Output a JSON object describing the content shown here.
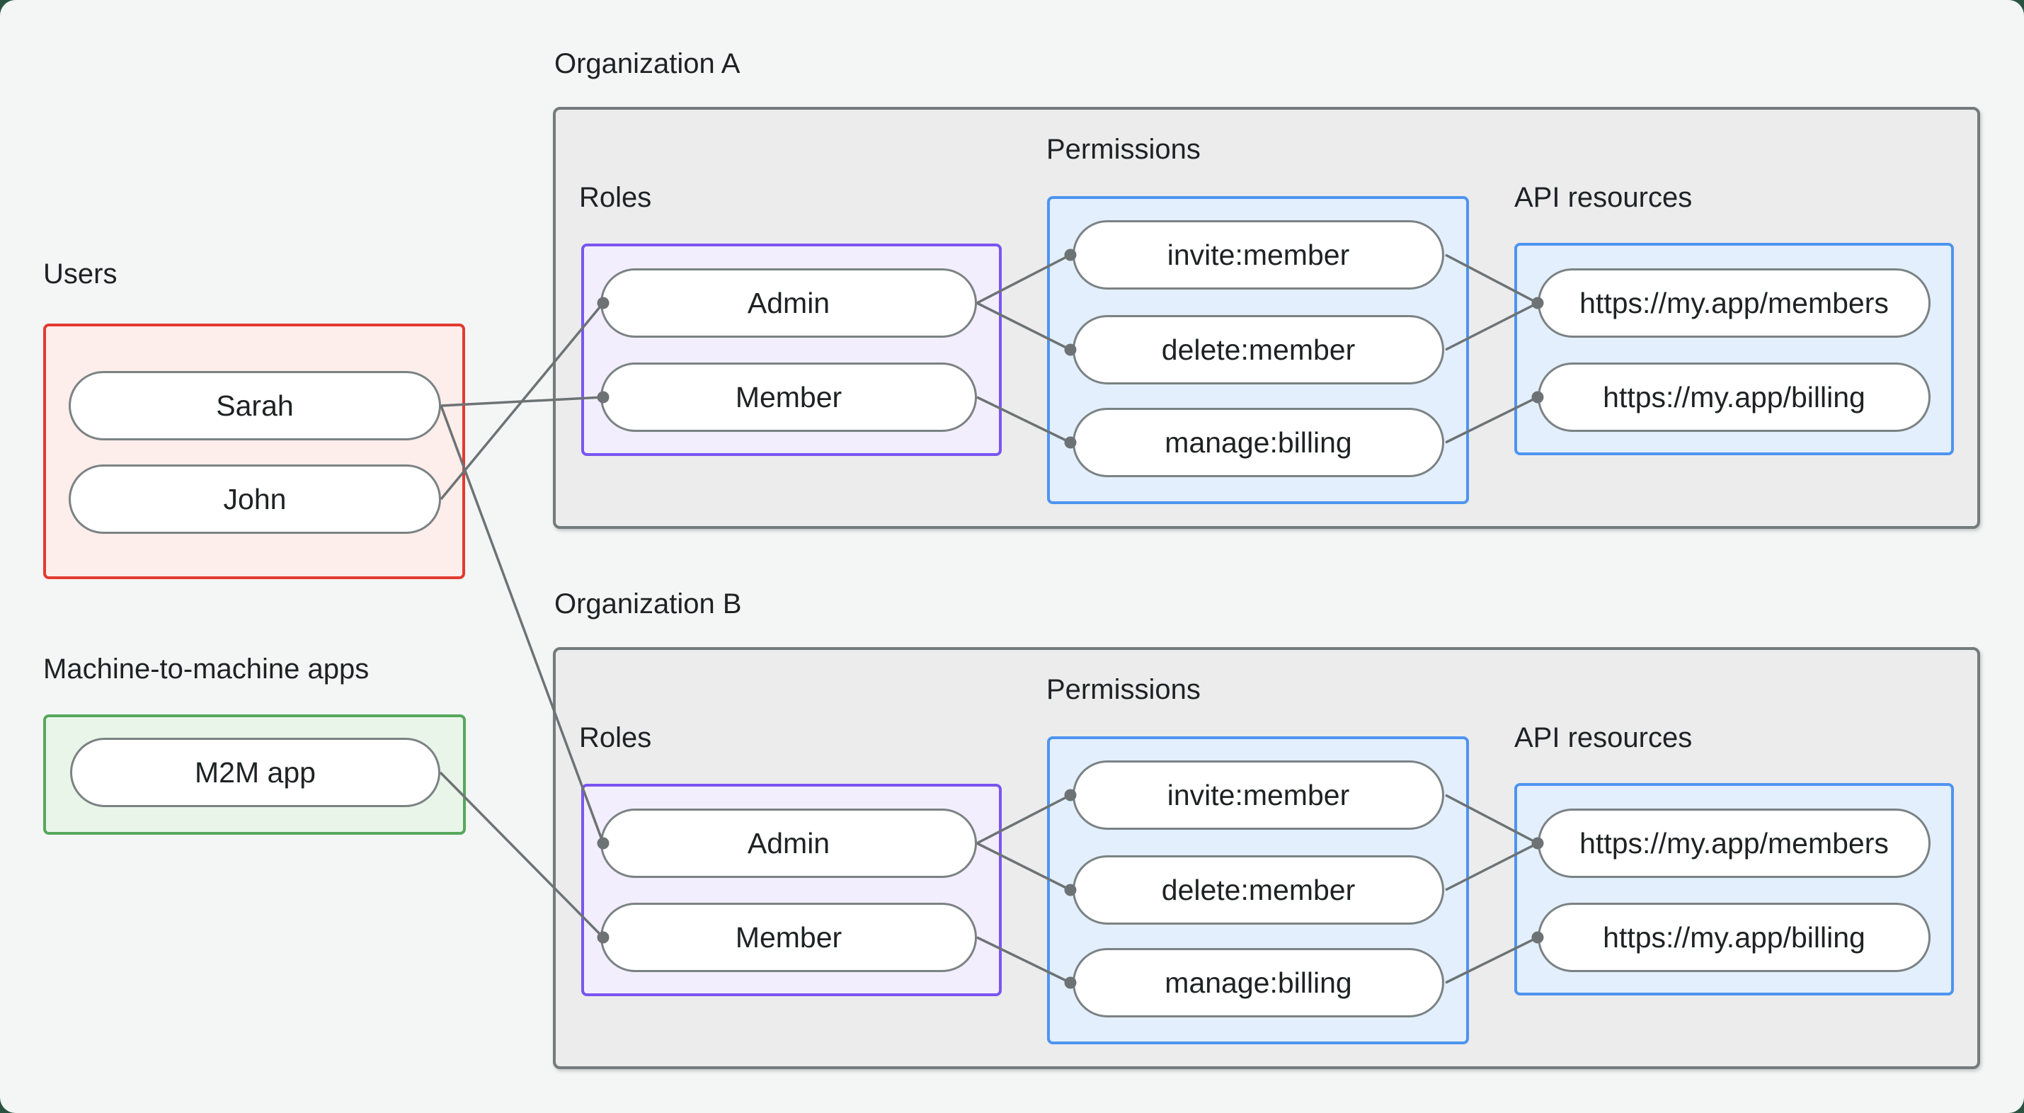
{
  "users": {
    "label": "Users",
    "items": [
      "Sarah",
      "John"
    ]
  },
  "m2m": {
    "label": "Machine-to-machine apps",
    "items": [
      "M2M app"
    ]
  },
  "orgs": [
    {
      "title": "Organization A",
      "roles": {
        "label": "Roles",
        "items": [
          "Admin",
          "Member"
        ]
      },
      "permissions": {
        "label": "Permissions",
        "items": [
          "invite:member",
          "delete:member",
          "manage:billing"
        ]
      },
      "api_resources": {
        "label": "API resources",
        "items": [
          "https://my.app/members",
          "https://my.app/billing"
        ]
      }
    },
    {
      "title": "Organization B",
      "roles": {
        "label": "Roles",
        "items": [
          "Admin",
          "Member"
        ]
      },
      "permissions": {
        "label": "Permissions",
        "items": [
          "invite:member",
          "delete:member",
          "manage:billing"
        ]
      },
      "api_resources": {
        "label": "API resources",
        "items": [
          "https://my.app/members",
          "https://my.app/billing"
        ]
      }
    }
  ],
  "edges": [
    {
      "from": "Sarah",
      "to": "Organization A · Member"
    },
    {
      "from": "John",
      "to": "Organization A · Admin"
    },
    {
      "from": "Sarah",
      "to": "Organization B · Admin"
    },
    {
      "from": "M2M app",
      "to": "Organization B · Member"
    },
    {
      "from": "Organization A · Admin",
      "to": "Organization A · invite:member"
    },
    {
      "from": "Organization A · Admin",
      "to": "Organization A · delete:member"
    },
    {
      "from": "Organization A · Member",
      "to": "Organization A · manage:billing"
    },
    {
      "from": "Organization A · invite:member",
      "to": "Organization A · https://my.app/members"
    },
    {
      "from": "Organization A · delete:member",
      "to": "Organization A · https://my.app/members"
    },
    {
      "from": "Organization A · manage:billing",
      "to": "Organization A · https://my.app/billing"
    },
    {
      "from": "Organization B · Admin",
      "to": "Organization B · invite:member"
    },
    {
      "from": "Organization B · Admin",
      "to": "Organization B · delete:member"
    },
    {
      "from": "Organization B · Member",
      "to": "Organization B · manage:billing"
    },
    {
      "from": "Organization B · invite:member",
      "to": "Organization B · https://my.app/members"
    },
    {
      "from": "Organization B · delete:member",
      "to": "Organization B · https://my.app/members"
    },
    {
      "from": "Organization B · manage:billing",
      "to": "Organization B · https://my.app/billing"
    }
  ],
  "colors": {
    "frame_background": "#2b5341",
    "canvas": "#f4f6f5",
    "org_box_fill": "#ececec",
    "org_box_border": "#747b7c",
    "users_fill": "#fdedeb",
    "users_border": "#e23a30",
    "m2m_fill": "#e9f5e9",
    "m2m_border": "#56a85c",
    "roles_fill": "#f3eefe",
    "roles_border": "#7a55f0",
    "blue_fill": "#e3effd",
    "blue_border": "#4e94f0",
    "pill_fill": "#ffffff",
    "pill_border": "#7b8283",
    "edge": "#6d7374",
    "text": "#1e2223"
  }
}
